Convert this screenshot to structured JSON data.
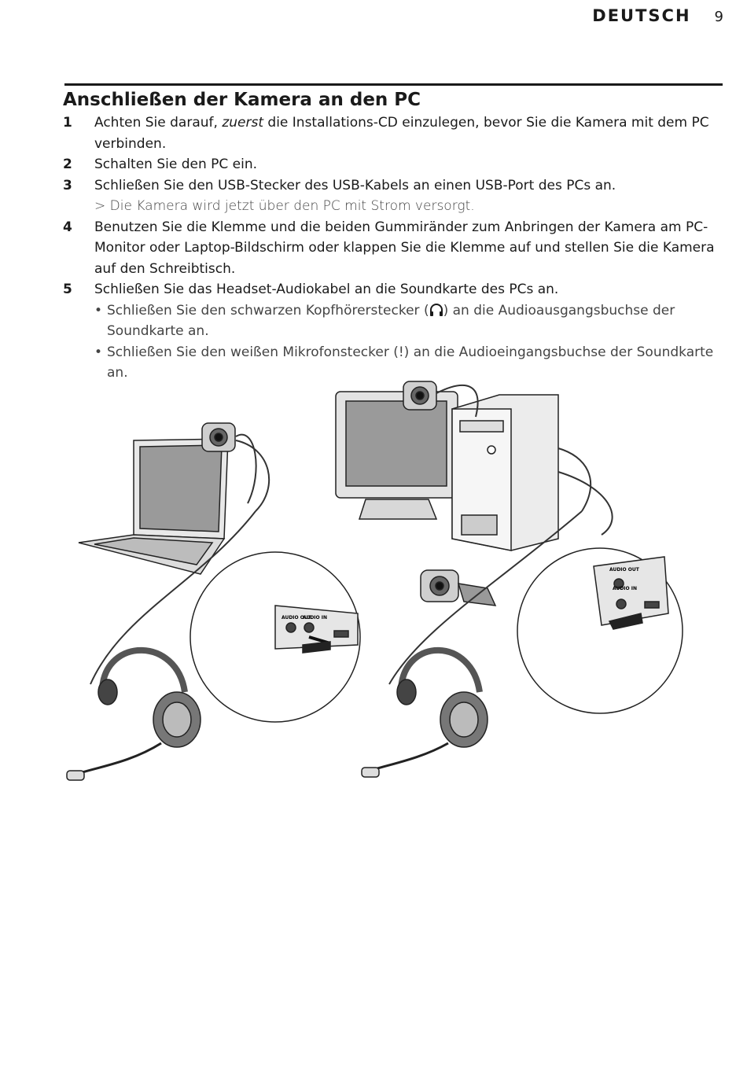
{
  "header": {
    "language": "DEUTSCH",
    "page_number": "9"
  },
  "title": "Anschließen der Kamera an den PC",
  "steps": [
    {
      "num": "1",
      "pre": "Achten Sie darauf, ",
      "em": "zuerst",
      "post": " die Installations-CD einzulegen, bevor Sie die Kamera mit dem PC verbinden."
    },
    {
      "num": "2",
      "text": "Schalten Sie den PC ein."
    },
    {
      "num": "3",
      "text": "Schließen Sie den USB-Stecker des USB-Kabels an einen USB-Port des PCs an.",
      "result": "> Die Kamera wird jetzt über den PC mit Strom versorgt."
    },
    {
      "num": "4",
      "text": "Benutzen Sie die Klemme und die beiden Gummiränder zum Anbringen der Kamera am PC-Monitor oder Laptop-Bildschirm oder klappen Sie die Klemme auf und stellen Sie die Kamera auf den Schreibtisch."
    },
    {
      "num": "5",
      "text": "Schließen Sie das Headset-Audiokabel an die Soundkarte des PCs an.",
      "bullets": [
        {
          "pre": "Schließen Sie den schwarzen Kopfhörerstecker (",
          "icon": "headphones-icon",
          "post": ") an die Audioausgangsbuchse der Soundkarte an."
        },
        {
          "text": "Schließen Sie den weißen Mikrofonstecker (!) an die Audioeingangsbuchse der Soundkarte an."
        }
      ]
    }
  ],
  "illustration": {
    "port_labels": {
      "audio_out": "AUDIO OUT",
      "audio_in": "AUDIO IN"
    }
  }
}
